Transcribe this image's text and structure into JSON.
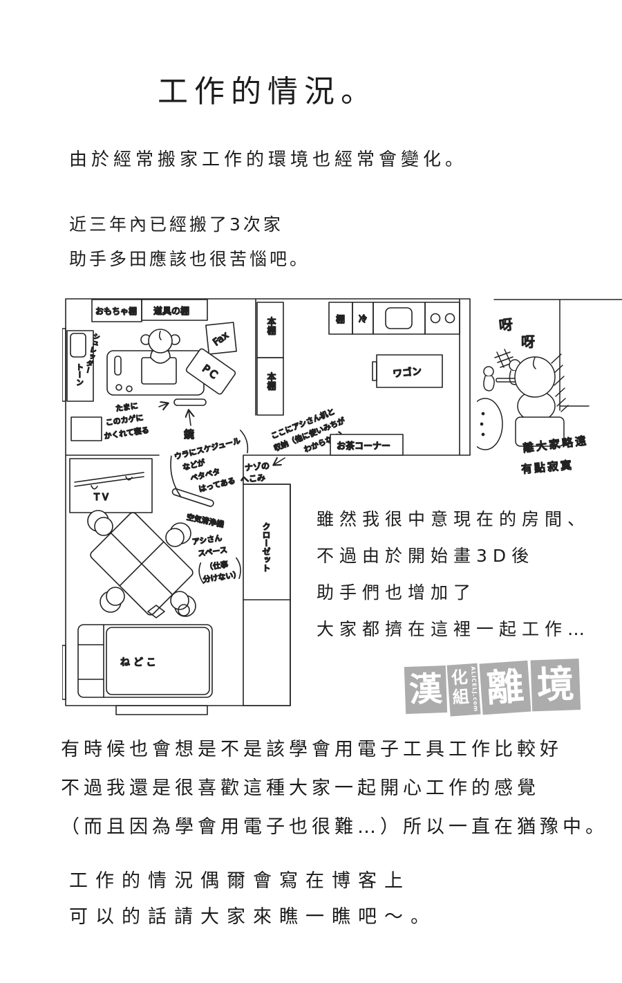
{
  "page": {
    "title": "工作的情況。",
    "intro": "由於經常搬家工作的環境也經常會變化。",
    "para2": [
      "近三年內已經搬了3次家",
      "助手多田應該也很苦惱吧。"
    ],
    "side_note": [
      "雖然我很中意現在的房間、",
      "不過由於開始畫3D後",
      "助手們也增加了",
      "大家都擠在這裡一起工作…"
    ],
    "outro1": [
      "有時候也會想是不是該學會用電子工具工作比較好",
      "不過我還是很喜歡這種大家一起開心工作的感覺",
      "（而且因為學會用電子也很難…）所以一直在猶豫中。"
    ],
    "outro2": [
      "工作的情況偶爾會寫在博客上",
      "可以的話請大家來瞧一瞧吧～。"
    ]
  },
  "floorplan": {
    "labels": {
      "toy_shelf": "おもちゃ棚",
      "tool_shelf": "道具の棚",
      "fax": "Fax",
      "pc": "PC",
      "bookshelf1": "本棚",
      "bookshelf2": "本棚",
      "shelf": "棚",
      "fridge": "冷",
      "wagon": "ワゴン",
      "shredder": "シュレッダー",
      "tone": "トーン",
      "mirror": "鏡",
      "tv": "TV",
      "air_purifier": "空気清浄機",
      "tea_corner": "お茶コーナー",
      "closet": "クローゼット",
      "bed": "ねどこ",
      "dent_line1": "ナゾの",
      "dent_line2": "へこみ"
    },
    "annotations": {
      "hide1": "たまに",
      "hide2": "このカゲに",
      "hide3": "かくれて寝る",
      "mirror_note1": "ウラにスケジュール",
      "mirror_note2": "などが",
      "mirror_note3": "ベタベタ",
      "mirror_note4": "はってある",
      "desk_note1": "ここにアシさん机と",
      "desk_note2": "収納（他に使いみちが",
      "desk_note3": "わからない）",
      "assistant1": "アシさん",
      "assistant2": "スペース",
      "assistant3": "（仕事",
      "assistant4": "分けない）"
    }
  },
  "inset": {
    "sfx1": "呀",
    "sfx2": "呀",
    "caption1": "離大家略遠",
    "caption2": "有點寂寞"
  },
  "watermark": {
    "char1": "漢",
    "char2a": "化",
    "char2b": "組",
    "site": "ALICELJ.com",
    "char3": "離",
    "char4": "境"
  }
}
